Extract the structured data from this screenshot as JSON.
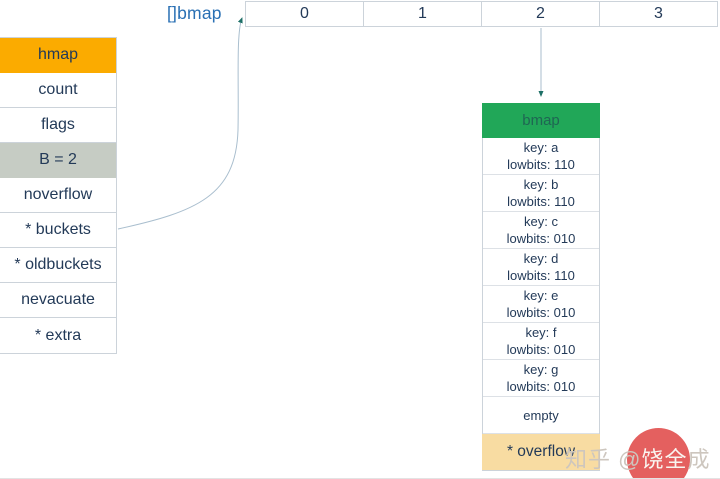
{
  "colors": {
    "navy": "#233a58",
    "blue": "#2a70b4",
    "orange": "#fbab00",
    "gray_row": "#c6ccc4",
    "green": "#21a758",
    "green_text": "#1f6653",
    "tan": "#f8dca2",
    "border": "#ccd3da",
    "line": "#a9bece",
    "arrowhead": "#1d6f66",
    "watermark_gray": "#cdc6be",
    "watermark_red": "#e4605f",
    "watermark_white": "#f9f5f0"
  },
  "array_label": "[]bmap",
  "bucket_array": {
    "cells": [
      "0",
      "1",
      "2",
      "3"
    ]
  },
  "hmap_table": {
    "rows": [
      {
        "id": "hmap",
        "label": "hmap",
        "variant": "header"
      },
      {
        "id": "count",
        "label": "count",
        "variant": ""
      },
      {
        "id": "flags",
        "label": "flags",
        "variant": ""
      },
      {
        "id": "b",
        "label": "B = 2",
        "variant": "highlight"
      },
      {
        "id": "noverflow",
        "label": "noverflow",
        "variant": ""
      },
      {
        "id": "buckets",
        "label": "* buckets",
        "variant": ""
      },
      {
        "id": "oldbuckets",
        "label": "* oldbuckets",
        "variant": ""
      },
      {
        "id": "nevacuate",
        "label": "nevacuate",
        "variant": ""
      },
      {
        "id": "extra",
        "label": "* extra",
        "variant": ""
      }
    ]
  },
  "bmap_table": {
    "header": "bmap",
    "entries": [
      {
        "key": "key: a",
        "lowbits": "lowbits: 110"
      },
      {
        "key": "key: b",
        "lowbits": "lowbits: 110"
      },
      {
        "key": "key: c",
        "lowbits": "lowbits: 010"
      },
      {
        "key": "key: d",
        "lowbits": "lowbits: 110"
      },
      {
        "key": "key: e",
        "lowbits": "lowbits: 010"
      },
      {
        "key": "key: f",
        "lowbits": "lowbits: 010"
      },
      {
        "key": "key: g",
        "lowbits": "lowbits: 010"
      }
    ],
    "empty_label": "empty",
    "overflow_label": "* overflow"
  },
  "watermark": {
    "full": "知乎 @饶全成",
    "prefix": "知乎 @",
    "on_circle": "饶全",
    "suffix": "成"
  }
}
